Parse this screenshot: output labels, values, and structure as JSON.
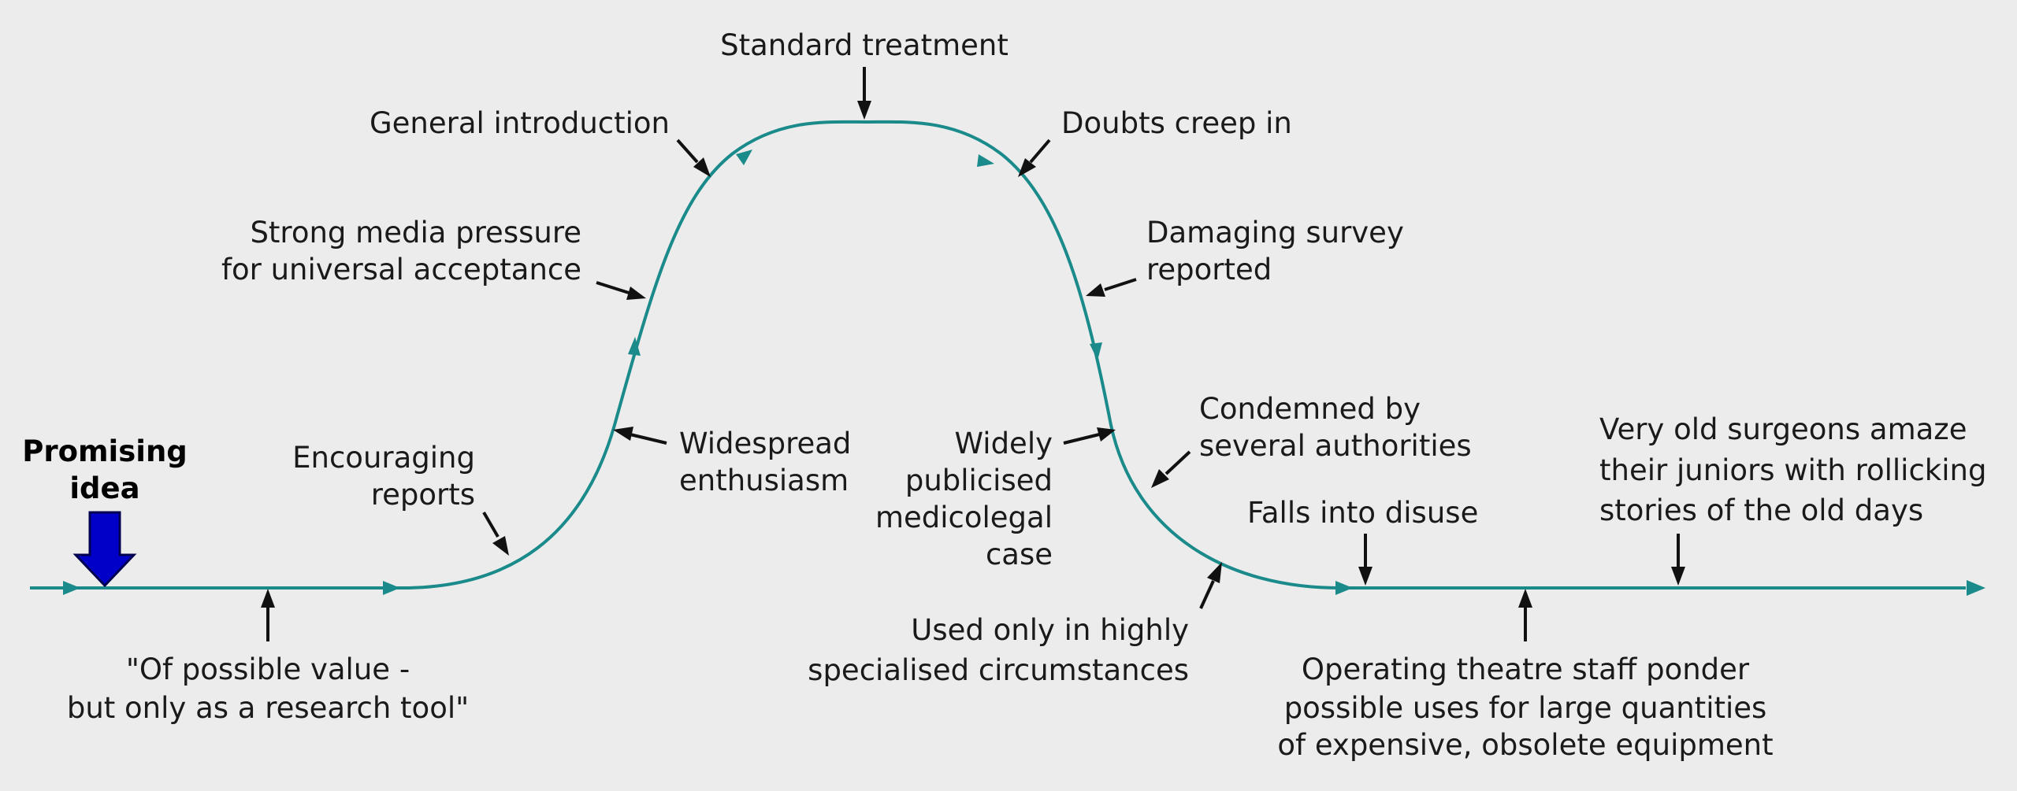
{
  "colors": {
    "background": "#ececec",
    "curve": "#1a8a8a",
    "pointer": "#111111",
    "start_arrow": "#0000c8"
  },
  "start": {
    "line1": "Promising",
    "line2": "idea"
  },
  "labels": {
    "standard_treatment": "Standard treatment",
    "general_introduction": "General introduction",
    "doubts": "Doubts creep in",
    "media1": "Strong media pressure",
    "media2": "for universal acceptance",
    "damaging1": "Damaging survey",
    "damaging2": "reported",
    "encouraging1": "Encouraging",
    "encouraging2": "reports",
    "widespread1": "Widespread",
    "widespread2": "enthusiasm",
    "widely1": "Widely",
    "widely2": "publicised",
    "widely3": "medicolegal",
    "widely4": "case",
    "condemned1": "Condemned by",
    "condemned2": "several authorities",
    "falls": "Falls into disuse",
    "surgeons1": "Very old surgeons amaze",
    "surgeons2": "their juniors with rollicking",
    "surgeons3": "stories of the old days",
    "possible1": "\"Of possible value -",
    "possible2": "but only as a research tool\"",
    "used1": "Used only in highly",
    "used2": "specialised circumstances",
    "theatre1": "Operating theatre staff ponder",
    "theatre2": "possible uses for large quantities",
    "theatre3": "of expensive, obsolete equipment"
  }
}
